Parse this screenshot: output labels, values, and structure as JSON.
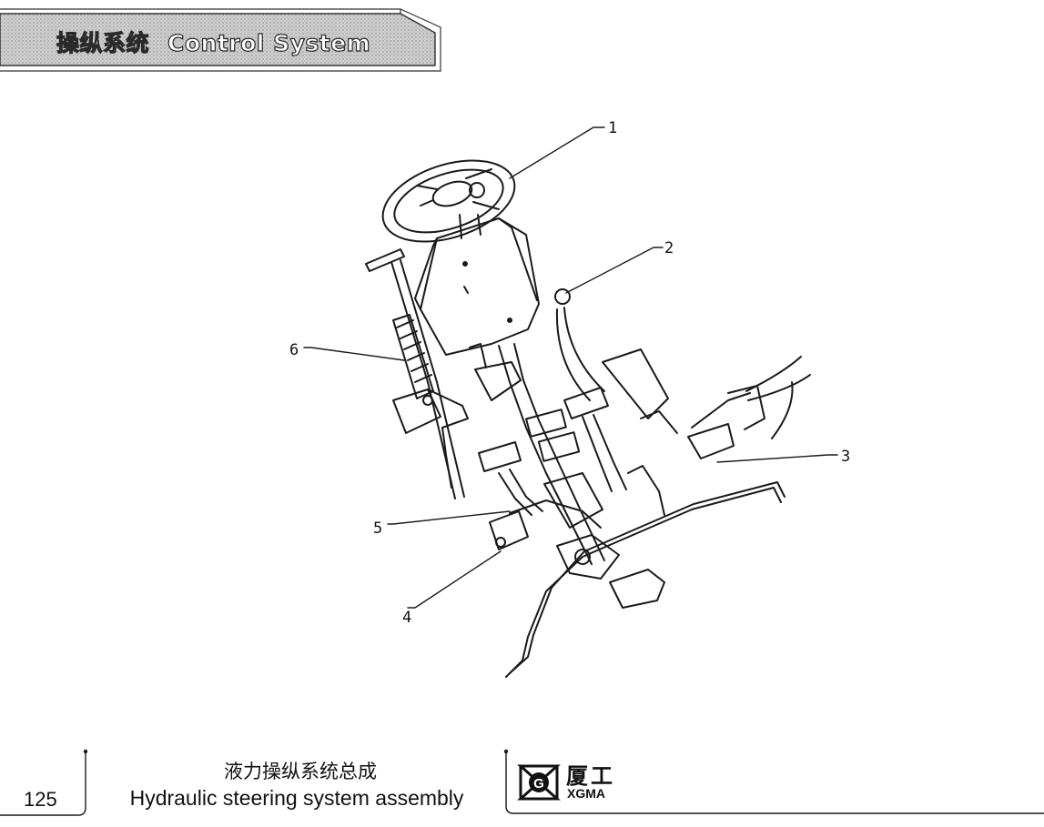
{
  "header": {
    "title_zh": "操纵系统",
    "title_en": "Control System"
  },
  "diagram": {
    "callouts": [
      {
        "id": "1",
        "label": "1"
      },
      {
        "id": "2",
        "label": "2"
      },
      {
        "id": "3",
        "label": "3"
      },
      {
        "id": "4",
        "label": "4"
      },
      {
        "id": "5",
        "label": "5"
      },
      {
        "id": "6",
        "label": "6"
      }
    ]
  },
  "footer": {
    "page_number": "125",
    "title_zh": "液力操纵系统总成",
    "title_en": "Hydraulic steering system assembly",
    "brand_zh": "厦工",
    "brand_en": "XGMA"
  },
  "colors": {
    "ink": "#1a1a1a",
    "banner_fill": "#d9d9d9",
    "background": "#ffffff"
  }
}
